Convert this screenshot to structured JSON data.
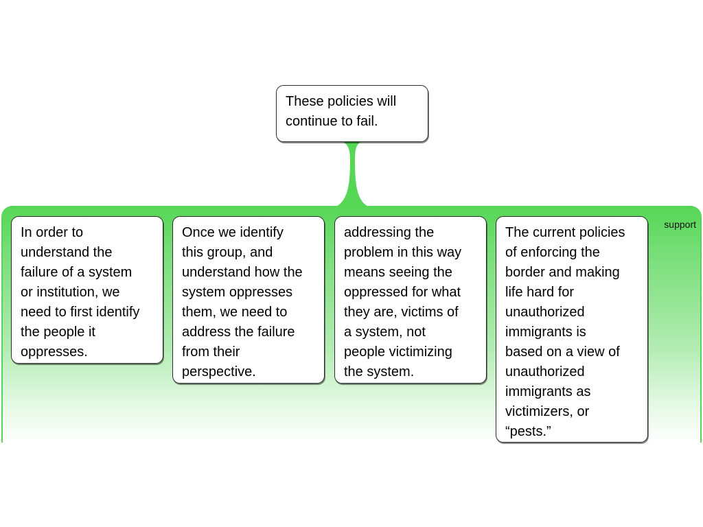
{
  "diagram": {
    "type": "argument-map",
    "colors": {
      "support_green": "#55d655",
      "node_border": "#2b2b2b",
      "node_fill": "#ffffff"
    },
    "root": {
      "text": "These policies will\ncontinue to fail."
    },
    "support_group": {
      "label": "support",
      "children": [
        {
          "text": "In order to\nunderstand the\nfailure of a system\nor institution, we\nneed to first identify\nthe people it\noppresses."
        },
        {
          "text": "Once we identify\nthis group, and\nunderstand how the\nsystem oppresses\nthem, we need to\naddress the failure\nfrom their\nperspective."
        },
        {
          "text": "addressing the\nproblem in this way\nmeans seeing the\noppressed for what\nthey are, victims of\na system, not\npeople victimizing\nthe system."
        },
        {
          "text": "The current policies\nof enforcing the\nborder and making\nlife hard for\nunauthorized\nimmigrants is\nbased on a view of\nunauthorized\nimmigrants as\nvictimizers, or\n“pests.”"
        }
      ]
    }
  }
}
